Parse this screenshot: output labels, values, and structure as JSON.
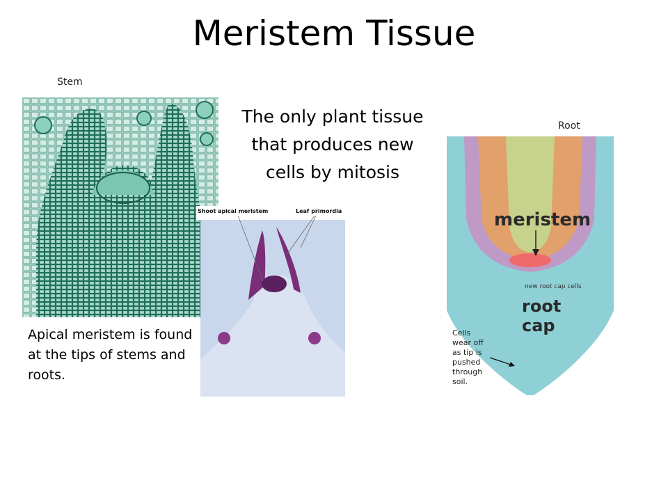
{
  "slide": {
    "title": "Meristem Tissue",
    "stem_label": "Stem",
    "root_label": "Root",
    "main_text": "The only plant tissue that produces new cells by mitosis",
    "caption": "Apical meristem is found at the tips of stems and roots."
  },
  "diagram_middle": {
    "label_shoot": "Shoot apical meristem",
    "label_leaf": "Leaf primordia"
  },
  "diagram_root": {
    "label_meristem": "meristem",
    "label_new_cells": "new root cap cells",
    "label_root_cap_1": "root",
    "label_root_cap_2": "cap",
    "label_cells_1": "Cells",
    "label_cells_2": "wear off",
    "label_cells_3": "as tip is",
    "label_cells_4": "pushed",
    "label_cells_5": "through",
    "label_cells_6": "soil."
  }
}
